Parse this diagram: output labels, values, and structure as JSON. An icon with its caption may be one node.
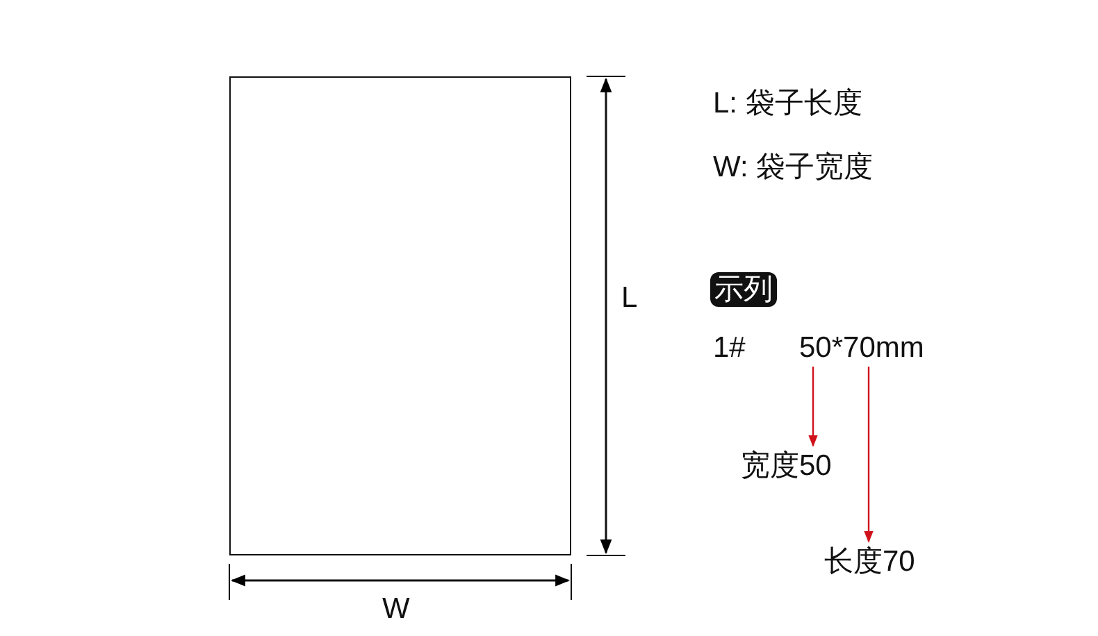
{
  "diagram": {
    "nodes": [
      {
        "text": [],
        "shape": "box"
      },
      {
        "text": [
          "50*70mm"
        ]
      },
      {
        "text": [
          "宽度50"
        ]
      },
      {
        "text": [
          "长度70"
        ]
      }
    ],
    "edges": [
      {
        "from": 1,
        "to": 2,
        "arrow": "to",
        "color": "#d0121b"
      },
      {
        "from": 1,
        "to": 3,
        "arrow": "to",
        "color": "#d0121b"
      }
    ],
    "labels": [
      "L: 袋子长度",
      "W: 袋子宽度",
      "L",
      "示列",
      "1#",
      "W"
    ]
  }
}
